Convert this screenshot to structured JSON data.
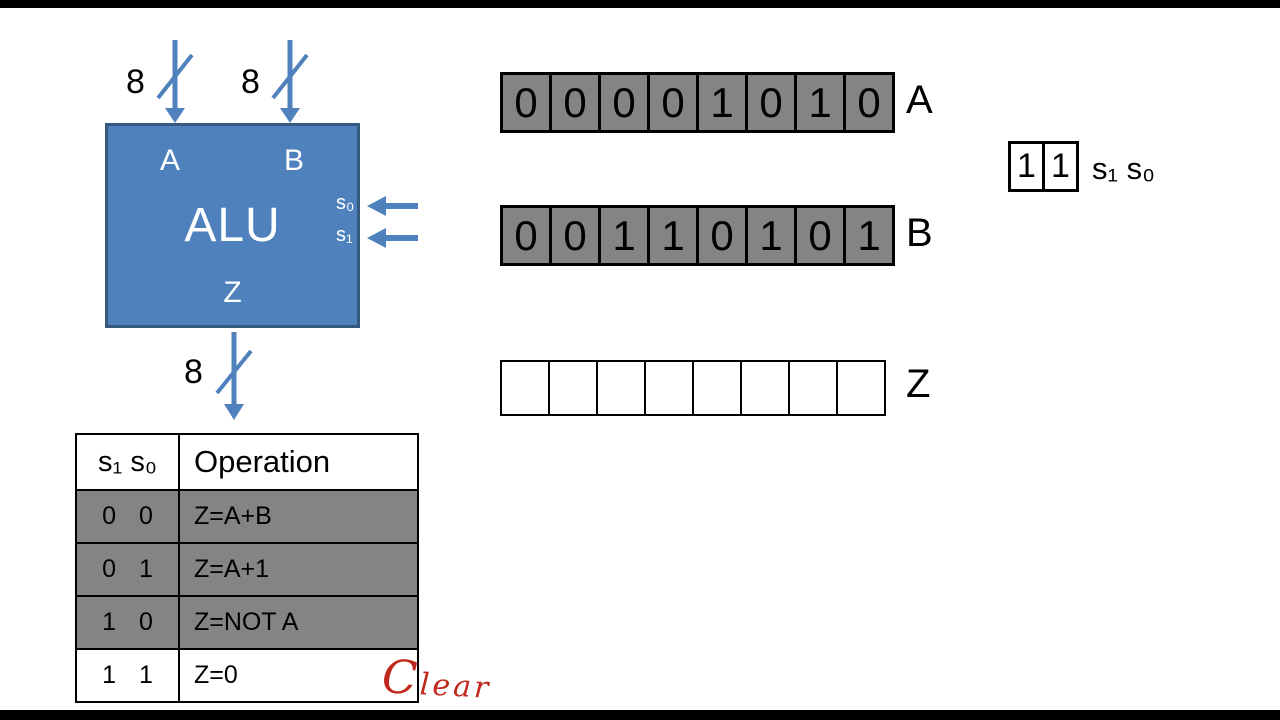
{
  "alu": {
    "title": "ALU",
    "port_a": "A",
    "port_b": "B",
    "port_z": "Z",
    "select0": "s₀",
    "select1": "s₁",
    "bus_width_a": "8",
    "bus_width_b": "8",
    "bus_width_z": "8"
  },
  "registers": {
    "a": {
      "label": "A",
      "bits": [
        "0",
        "0",
        "0",
        "0",
        "1",
        "0",
        "1",
        "0"
      ]
    },
    "b": {
      "label": "B",
      "bits": [
        "0",
        "0",
        "1",
        "1",
        "0",
        "1",
        "0",
        "1"
      ]
    },
    "z": {
      "label": "Z",
      "bits": [
        "",
        "",
        "",
        "",
        "",
        "",
        "",
        ""
      ]
    },
    "select": {
      "label": "s₁ s₀",
      "bits": [
        "1",
        "1"
      ]
    }
  },
  "operation_table": {
    "headers": {
      "select": "s₁ s₀",
      "operation": "Operation"
    },
    "rows": [
      {
        "select": "0 0",
        "operation": "Z=A+B"
      },
      {
        "select": "0 1",
        "operation": "Z=A+1"
      },
      {
        "select": "1 0",
        "operation": "Z=NOT A"
      },
      {
        "select": "1 1",
        "operation": "Z=0"
      }
    ]
  },
  "annotation": {
    "text": "Clear"
  },
  "colors": {
    "alu_fill": "#4F81BD",
    "alu_border": "#36597F",
    "wire_blue": "#4F81BD",
    "register_gray": "#848484",
    "annotation_red": "#C0281C"
  }
}
